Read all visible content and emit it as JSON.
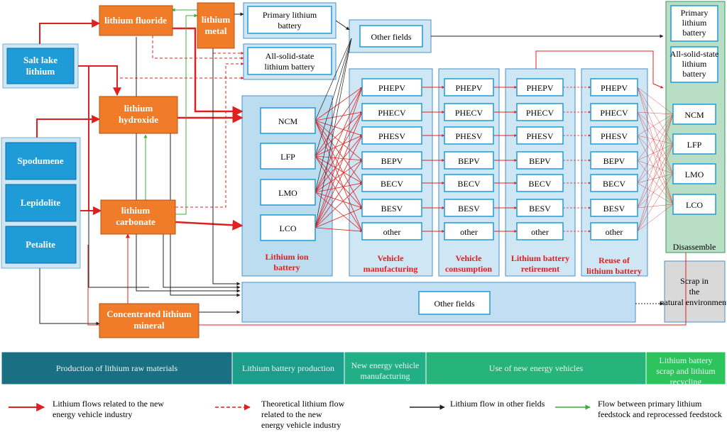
{
  "sources": {
    "salt_lake": "Salt lake lithium",
    "spodumene": "Spodumene",
    "lepidolite": "Lepidolite",
    "petalite": "Petalite"
  },
  "compounds": {
    "fluoride": "lithium fluoride",
    "metal": "lithium metal",
    "hydroxide": "lithium hydroxide",
    "carbonate": "lithium carbonate",
    "concentrated": "Concentrated lithium mineral"
  },
  "products": {
    "primary_battery": "Primary lithium battery",
    "solid_state_battery": "All-solid-state lithium battery",
    "other_fields_top": "Other fields",
    "other_fields_bottom": "Other fields",
    "scrap": "Scrap in the natural environment"
  },
  "battery_types": [
    "NCM",
    "LFP",
    "LMO",
    "LCO"
  ],
  "vehicle_types": [
    "PHEPV",
    "PHECV",
    "PHESV",
    "BEPV",
    "BECV",
    "BESV",
    "other"
  ],
  "stage_labels": {
    "lithium_ion": "Lithium ion battery",
    "manufacturing": "Vehicle manufacturing",
    "consumption": "Vehicle consumption",
    "retirement": "Lithium battery retirement",
    "reuse": "Reuse of lithium battery"
  },
  "disassemble": {
    "label": "Disassemble",
    "primary": "Primary lithium battery",
    "solid": "All-solid-state lithium battery",
    "types": [
      "NCM",
      "LFP",
      "LMO",
      "LCO"
    ]
  },
  "phases": [
    {
      "label": "Production of lithium raw materials",
      "color": "#1a6f83"
    },
    {
      "label": "Lithium battery production",
      "color": "#1c9e8c"
    },
    {
      "label": "New energy vehicle manufacturing",
      "color": "#22ae86"
    },
    {
      "label": "Use of new energy vehicles",
      "color": "#27b47b"
    },
    {
      "label": "Lithium battery scrap and lithium recycling",
      "color": "#2dc45e"
    }
  ],
  "legend": {
    "red_solid": "Lithium flows related to the new energy vehicle industry",
    "red_dashed": "Theoretical lithium flow related to the new energy vehicle industry",
    "black": "Lithium flow in other fields",
    "green": "Flow between primary lithium feedstock and reprocessed feedstock"
  },
  "colors": {
    "source_blue": "#1f9bd7",
    "compound_orange": "#f07c2a",
    "panel_blue": "#c9e2f3",
    "flow_red": "#e02020",
    "flow_green": "#3cae3c",
    "stage_red": "#e02020"
  }
}
